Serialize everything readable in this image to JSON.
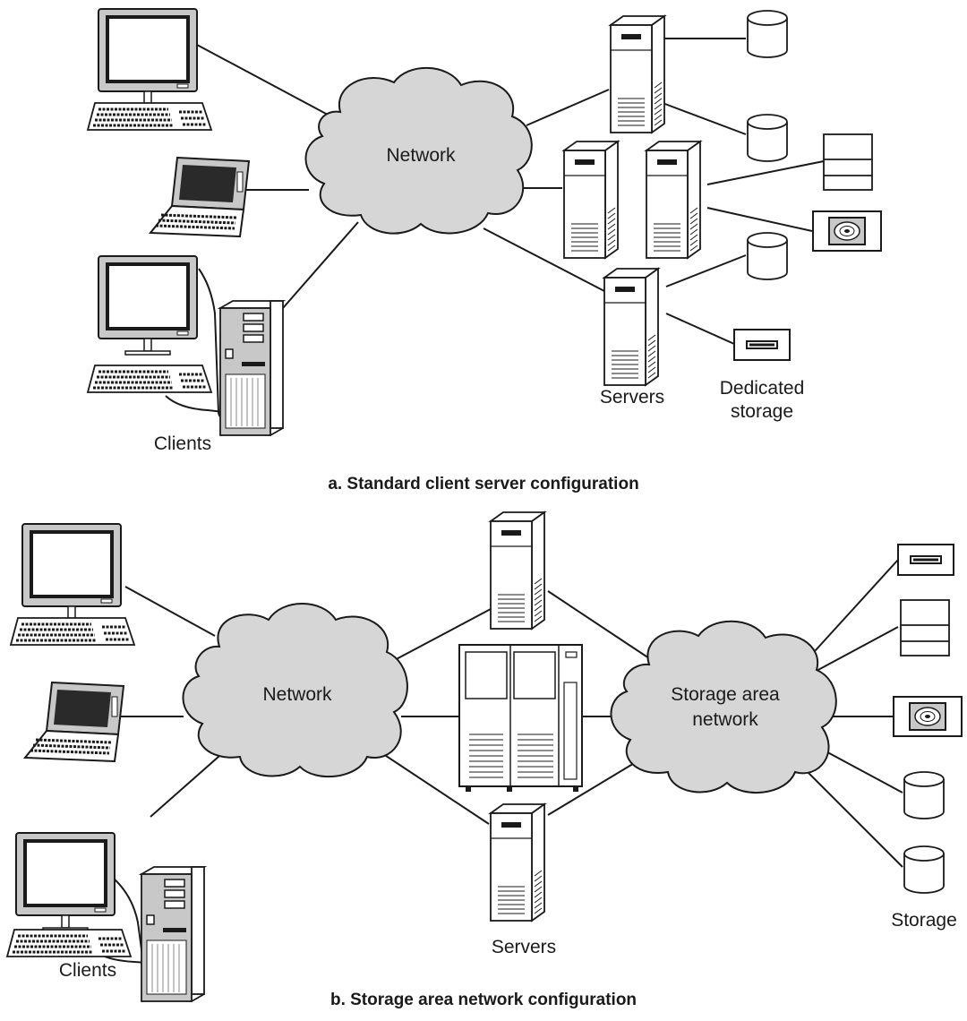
{
  "colors": {
    "cloud_fill": "#d6d6d6",
    "line": "#1a1a1a",
    "monitor_gray": "#c8c8c8",
    "screen_dark": "#2a2a2a"
  },
  "panel_a": {
    "network_label": "Network",
    "clients_label": "Clients",
    "servers_label": "Servers",
    "dedicated_storage_label_1": "Dedicated",
    "dedicated_storage_label_2": "storage",
    "caption": "a. Standard client server configuration"
  },
  "panel_b": {
    "network_label": "Network",
    "san_label_1": "Storage area",
    "san_label_2": "network",
    "clients_label": "Clients",
    "servers_label": "Servers",
    "storage_label": "Storage",
    "caption": "b. Storage area network configuration"
  }
}
